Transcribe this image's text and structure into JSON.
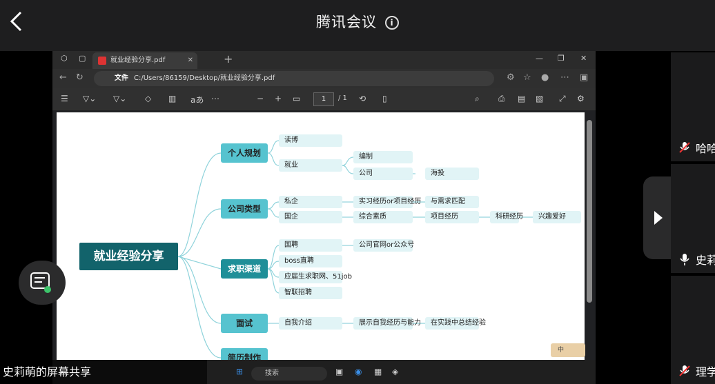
{
  "app": {
    "title": "腾讯会议"
  },
  "participants": [
    {
      "name": "哈哈"
    },
    {
      "name": "史莉"
    },
    {
      "name": "理学"
    }
  ],
  "share_caption": "史莉萌的屏幕共享",
  "browser": {
    "tab_title": "就业经验分享.pdf",
    "file_label": "文件",
    "url": "C:/Users/86159/Desktop/就业经验分享.pdf",
    "page_current": "1",
    "page_total": "/ 1"
  },
  "taskbar": {
    "search_placeholder": "搜索",
    "ime": "中"
  },
  "mindmap": {
    "root": "就业经验分享",
    "l1": [
      "个人规划",
      "公司类型",
      "求职渠道",
      "面试",
      "简历制作"
    ],
    "plan": {
      "a": "读博",
      "b": "就业",
      "c": "编制",
      "d": "公司",
      "e": "海投"
    },
    "company": {
      "a": "私企",
      "b": "国企",
      "c": "实习经历or项目经历",
      "d": "与需求匹配",
      "e": "综合素质",
      "f": "项目经历",
      "g": "科研经历",
      "h": "兴趣爱好"
    },
    "channel": {
      "a": "国聘",
      "b": "boss直聘",
      "c": "应届生求职网、51job",
      "d": "智联招聘",
      "e": "公司官网or公众号"
    },
    "interview": {
      "a": "自我介绍",
      "b": "展示自我经历与能力",
      "c": "在实践中总结经验"
    }
  }
}
